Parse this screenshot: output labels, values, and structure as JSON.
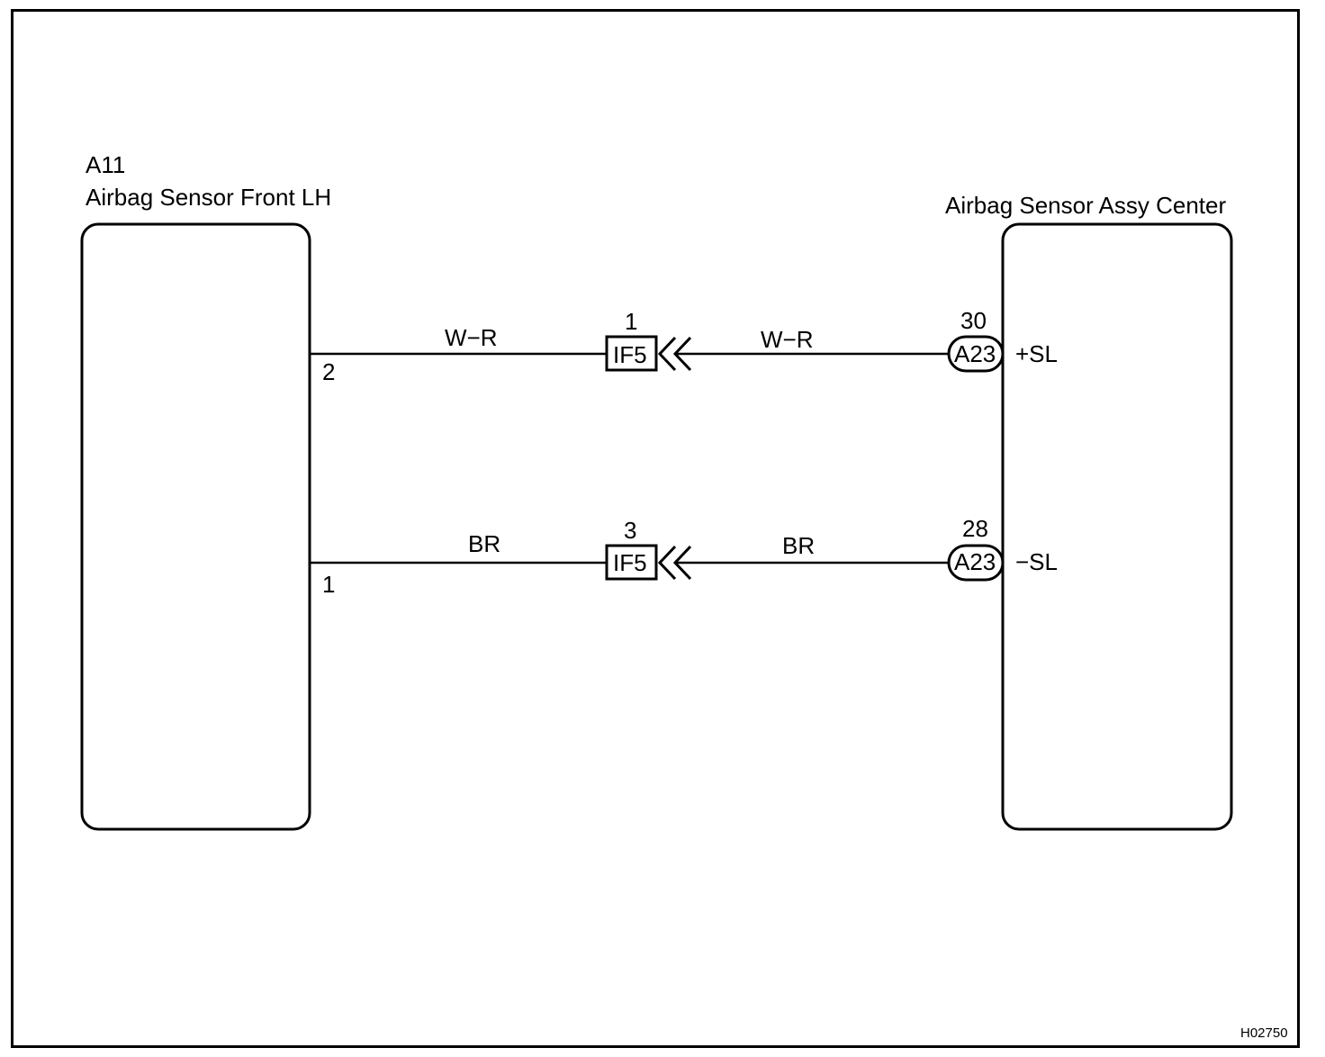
{
  "diagram_id": "H02750",
  "left_component": {
    "code": "A11",
    "name": "Airbag Sensor Front LH",
    "pins": {
      "upper": "2",
      "lower": "1"
    }
  },
  "right_component": {
    "name": "Airbag Sensor Assy Center",
    "connector": "A23",
    "pins": {
      "upper": "30",
      "lower": "28"
    },
    "terminals": {
      "upper": "+SL",
      "lower": "−SL"
    }
  },
  "junction": {
    "connector": "IF5",
    "pins": {
      "upper": "1",
      "lower": "3"
    }
  },
  "wires": {
    "upper_left": "W−R",
    "upper_right": "W−R",
    "lower_left": "BR",
    "lower_right": "BR"
  }
}
